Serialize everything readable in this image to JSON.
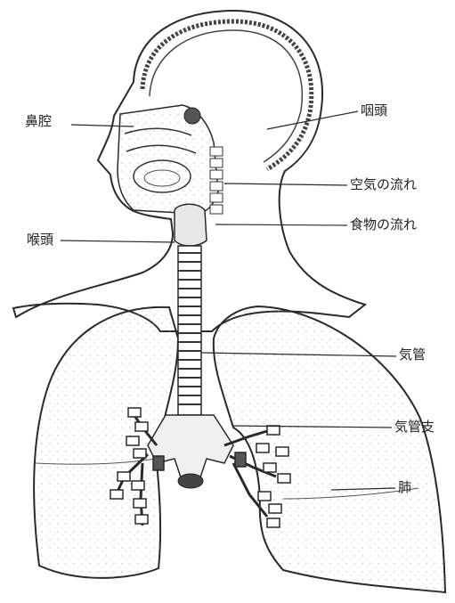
{
  "labels": {
    "nasal_cavity": "鼻腔",
    "pharynx": "咽頭",
    "airflow": "空気の流れ",
    "food_flow": "食物の流れ",
    "larynx": "喉頭",
    "trachea": "気管",
    "bronchus": "気管支",
    "lung": "肺"
  },
  "colors": {
    "ink": "#2a2a2a",
    "paper": "#ffffff",
    "shade": "#8a8a8a"
  }
}
